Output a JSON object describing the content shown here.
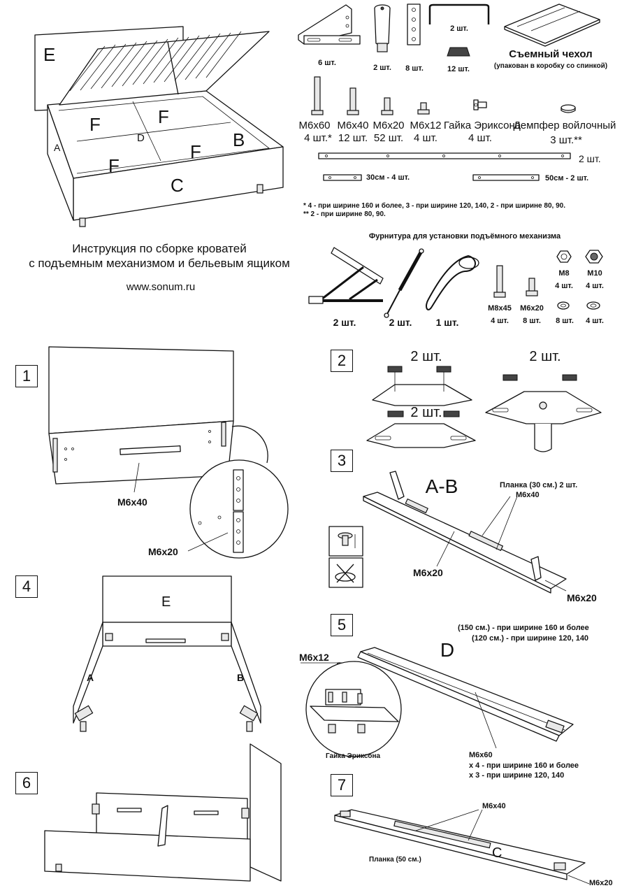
{
  "title": {
    "line1": "Инструкция по сборке кроватей",
    "line2": "с подъемным механизмом и бельевым ящиком",
    "url": "www.sonum.ru"
  },
  "overview": {
    "E": "E",
    "F1": "F",
    "F2": "F",
    "D": "D",
    "F3": "F",
    "F4": "F",
    "A": "A",
    "B": "B",
    "C": "C"
  },
  "parts": {
    "bracket_qty": "6 шт.",
    "leg_qty": "2 шт.",
    "plate_qty": "8 шт.",
    "handle_qty": "2 шт.",
    "pad_qty": "12 шт.",
    "cover_label": "Съемный чехол",
    "cover_note": "(упакован в коробку со спинкой)",
    "bolts": [
      {
        "name": "M6x60",
        "qty": "4 шт.*"
      },
      {
        "name": "M6x40",
        "qty": "12 шт."
      },
      {
        "name": "M6x20",
        "qty": "52 шт."
      },
      {
        "name": "M6x12",
        "qty": "4 шт."
      },
      {
        "name": "Гайка Эриксона",
        "qty": "4 шт."
      },
      {
        "name": "Демпфер войлочный",
        "qty": "3 шт.**"
      }
    ],
    "rail_long_qty": "2 шт.",
    "rail_30": "30см - 4 шт.",
    "rail_50": "50см - 2 шт.",
    "footnote1": "* 4 - при ширине 160 и более, 3 - при ширине 120, 140, 2 - при ширине 80, 90.",
    "footnote2": "** 2 - при ширине 80, 90."
  },
  "mechanism": {
    "title": "Фурнитура для установки подъёмного механизма",
    "lift_qty": "2 шт.",
    "gas_qty": "2 шт.",
    "strap_qty": "1 шт.",
    "bolt_m8x45": "M8x45",
    "bolt_m8x45_qty": "4 шт.",
    "bolt_m6x20": "M6x20",
    "bolt_m6x20_qty": "8 шт.",
    "nut_m8": "M8",
    "nut_m8_qty": "4 шт.",
    "nut_m10": "M10",
    "nut_m10_qty": "4 шт.",
    "washer1_qty": "8 шт.",
    "washer2_qty": "4 шт."
  },
  "steps": {
    "s1": {
      "num": "1",
      "bolt_a": "M6x40",
      "bolt_b": "M6x20"
    },
    "s2": {
      "num": "2",
      "qty_a": "2 шт.",
      "qty_b": "2 шт.",
      "qty_c": "2 шт."
    },
    "s3": {
      "num": "3",
      "label": "A-B",
      "plank": "Планка (30 см.)  2 шт.",
      "bolt_a": "M6x40",
      "bolt_b": "M6x20",
      "bolt_c": "M6x20"
    },
    "s4": {
      "num": "4",
      "E": "E",
      "A": "A",
      "B": "B"
    },
    "s5": {
      "num": "5",
      "note1": "(150 см.) - при ширине 160 и более",
      "note2": "(120 см.) - при ширине 120, 140",
      "D": "D",
      "bolt_top": "M6x12",
      "nut": "Гайка Эриксона",
      "bolt": "M6x60",
      "qty1": "x 4 - при ширине 160 и более",
      "qty2": "x 3 - при ширине 120, 140"
    },
    "s6": {
      "num": "6"
    },
    "s7": {
      "num": "7",
      "bolt_a": "M6x40",
      "plank": "Планка (50 см.)",
      "C": "C",
      "bolt_b": "M6x20"
    }
  }
}
